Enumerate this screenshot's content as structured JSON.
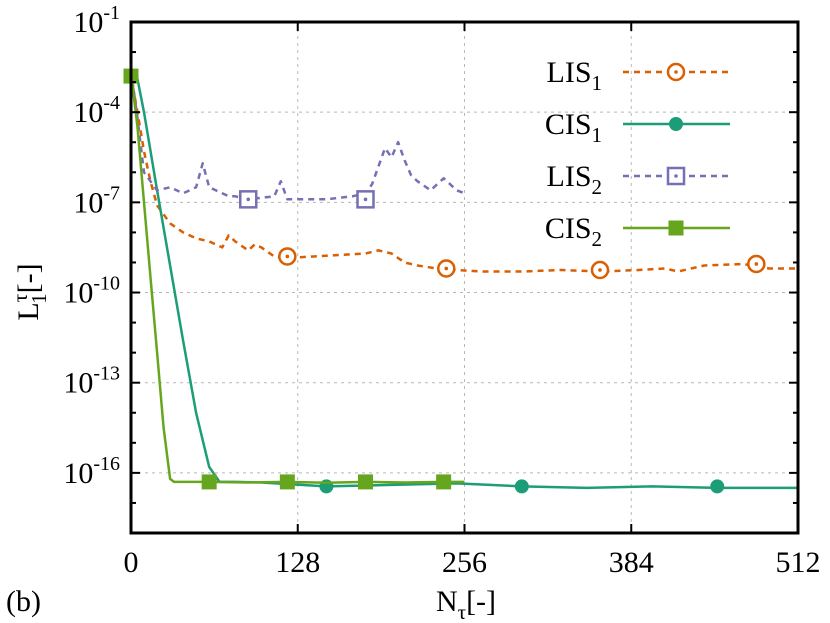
{
  "panel_label": "(b)",
  "chart_data": {
    "type": "line",
    "title": "",
    "xlabel": "N",
    "xlabel_sub": "τ",
    "xlabel_unit": "[-]",
    "ylabel": "L",
    "ylabel_sub": "1",
    "ylabel_sup": "τ",
    "ylabel_unit": "[-]",
    "xlim": [
      0,
      512
    ],
    "ylim_exp": [
      -18,
      -1
    ],
    "yscale": "log",
    "xticks": [
      0,
      128,
      256,
      384,
      512
    ],
    "xtick_labels": [
      "0",
      "128",
      "256",
      "384",
      "512"
    ],
    "yticks_exp": [
      -1,
      -4,
      -7,
      -10,
      -13,
      -16
    ],
    "ytick_labels": [
      {
        "base": "10",
        "exp": "-1"
      },
      {
        "base": "10",
        "exp": "-4"
      },
      {
        "base": "10",
        "exp": "-7"
      },
      {
        "base": "10",
        "exp": "-10"
      },
      {
        "base": "10",
        "exp": "-13"
      },
      {
        "base": "10",
        "exp": "-16"
      }
    ],
    "grid": true,
    "legend_position": "top-right",
    "series": [
      {
        "name": "LIS",
        "name_sub": "1",
        "color": "#d95f02",
        "dash": "dashed",
        "marker": "circle-dot",
        "x": [
          0,
          5,
          10,
          15,
          20,
          30,
          40,
          50,
          60,
          70,
          75,
          80,
          90,
          95,
          100,
          110,
          120,
          140,
          160,
          180,
          190,
          200,
          210,
          220,
          235,
          250,
          270,
          300,
          330,
          360,
          390,
          410,
          420,
          440,
          470,
          490,
          512
        ],
        "y_exp": [
          -2.8,
          -4.0,
          -5.3,
          -6.3,
          -7.1,
          -7.7,
          -8.0,
          -8.2,
          -8.3,
          -8.5,
          -8.1,
          -8.3,
          -8.6,
          -8.4,
          -8.5,
          -8.8,
          -8.85,
          -8.8,
          -8.75,
          -8.7,
          -8.6,
          -8.7,
          -9.0,
          -9.1,
          -9.2,
          -9.25,
          -9.3,
          -9.3,
          -9.25,
          -9.3,
          -9.25,
          -9.2,
          -9.3,
          -9.1,
          -9.05,
          -9.2,
          -9.2
        ],
        "markers_x": [
          120,
          242,
          360,
          480
        ],
        "markers_y_exp": [
          -8.8,
          -9.2,
          -9.25,
          -9.05
        ]
      },
      {
        "name": "CIS",
        "name_sub": "1",
        "color": "#1b9e77",
        "dash": "solid",
        "marker": "filled-circle",
        "x": [
          0,
          5,
          10,
          20,
          30,
          40,
          50,
          60,
          68,
          80,
          100,
          150,
          200,
          250,
          300,
          350,
          400,
          450,
          500,
          512
        ],
        "y_exp": [
          -2.7,
          -2.9,
          -4.0,
          -6.6,
          -9.1,
          -11.6,
          -14.0,
          -15.8,
          -16.3,
          -16.3,
          -16.32,
          -16.45,
          -16.4,
          -16.35,
          -16.45,
          -16.5,
          -16.45,
          -16.5,
          -16.5,
          -16.5
        ],
        "markers_x": [
          150,
          300,
          450
        ],
        "markers_y_exp": [
          -16.45,
          -16.45,
          -16.45
        ]
      },
      {
        "name": "LIS",
        "name_sub": "2",
        "color": "#7570b3",
        "dash": "dashed",
        "marker": "square-dot",
        "x": [
          0,
          5,
          10,
          15,
          20,
          30,
          40,
          50,
          55,
          60,
          65,
          70,
          75,
          80,
          90,
          110,
          115,
          120,
          130,
          150,
          170,
          180,
          185,
          190,
          195,
          200,
          205,
          210,
          215,
          220,
          230,
          240,
          250,
          256
        ],
        "y_exp": [
          -2.6,
          -4.2,
          -6.0,
          -6.3,
          -6.6,
          -6.5,
          -6.7,
          -6.5,
          -5.7,
          -6.5,
          -6.6,
          -6.7,
          -6.8,
          -6.8,
          -6.9,
          -6.8,
          -6.3,
          -6.9,
          -6.9,
          -6.9,
          -6.8,
          -6.7,
          -6.4,
          -5.8,
          -5.2,
          -5.5,
          -5.0,
          -5.6,
          -6.1,
          -6.3,
          -6.6,
          -6.2,
          -6.6,
          -6.7
        ],
        "markers_x": [
          90,
          180
        ],
        "markers_y_exp": [
          -6.9,
          -6.9
        ]
      },
      {
        "name": "CIS",
        "name_sub": "2",
        "color": "#66a61e",
        "dash": "solid",
        "marker": "filled-square",
        "x": [
          0,
          5,
          10,
          15,
          20,
          25,
          30,
          33,
          40,
          60,
          90,
          120,
          150,
          180,
          210,
          240,
          256
        ],
        "y_exp": [
          -2.7,
          -4.5,
          -7.0,
          -9.5,
          -12.0,
          -14.5,
          -16.2,
          -16.3,
          -16.3,
          -16.3,
          -16.32,
          -16.3,
          -16.33,
          -16.3,
          -16.32,
          -16.3,
          -16.3
        ],
        "markers_x": [
          0,
          60,
          120,
          180,
          240
        ],
        "markers_y_exp": [
          -2.8,
          -16.3,
          -16.3,
          -16.3,
          -16.3
        ]
      }
    ]
  }
}
